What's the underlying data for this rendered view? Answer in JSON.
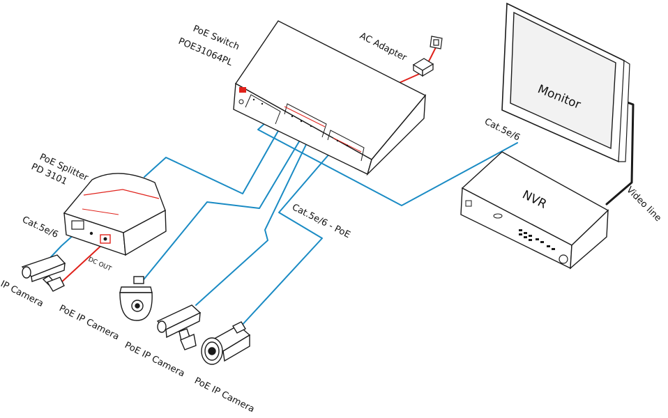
{
  "colors": {
    "cable": "#1a8bc4",
    "power": "#e0221b",
    "outline": "#1a1a1a",
    "panel": "#ffffff",
    "screen": "#f2f2f2"
  },
  "labels": {
    "poe_switch": "PoE  Switch",
    "switch_model": "POE31064PL",
    "ac_adapter": "AC Adapter",
    "monitor": "Monitor",
    "cat_nvr": "Cat.5e/6",
    "nvr": "NVR",
    "video_line": "Video line",
    "poe_splitter": "PoE Splitter",
    "splitter_model": "PD 3101",
    "cat_camera": "Cat.5e/6",
    "dc_out": "DC OUT",
    "cat_poe": "Cat.5e/6 - PoE",
    "ip_camera": "IP Camera",
    "poe_camera_1": "PoE IP Camera",
    "poe_camera_2": "PoE IP Camera",
    "poe_camera_3": "PoE IP Camera"
  },
  "icons": [
    "poe-switch-icon",
    "ac-adapter-icon",
    "wall-outlet-icon",
    "monitor-icon",
    "nvr-icon",
    "poe-splitter-icon",
    "bullet-camera-icon",
    "dome-camera-icon",
    "box-camera-icon",
    "ir-bullet-camera-icon"
  ]
}
